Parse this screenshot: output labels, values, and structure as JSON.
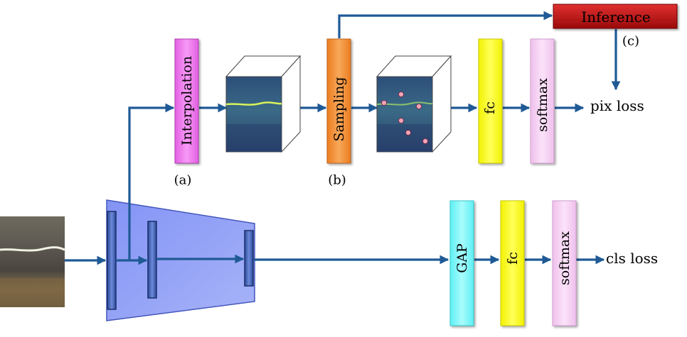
{
  "blocks": {
    "interpolation": "Interpolation",
    "sampling": "Sampling",
    "fc_top": "fc",
    "softmax_top": "softmax",
    "inference": "Inference",
    "gap": "GAP",
    "fc_bottom": "fc",
    "softmax_bottom": "softmax"
  },
  "labels": {
    "a": "(a)",
    "b": "(b)",
    "c": "(c)"
  },
  "outputs": {
    "pix_loss": "pix loss",
    "cls_loss": "cls loss"
  },
  "colors": {
    "arrow": "#1f5a96",
    "interpolation": "#f07af0",
    "sampling": "#f59436",
    "fc": "#ffff22",
    "softmax": "#f6d2f4",
    "gap": "#7ff7f9",
    "inference": "#c01515",
    "encoder": "#8c9cf6"
  }
}
